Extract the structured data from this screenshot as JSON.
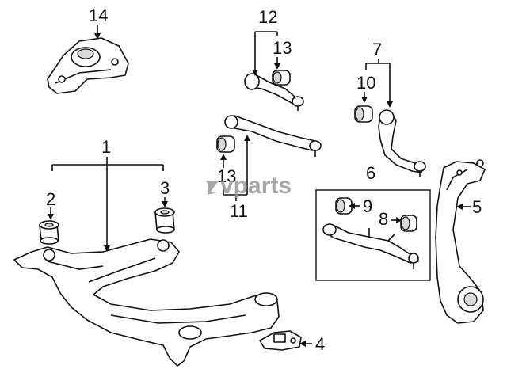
{
  "diagram": {
    "watermark": "vparts",
    "callouts": {
      "c1": "1",
      "c2": "2",
      "c3": "3",
      "c4": "4",
      "c5": "5",
      "c6": "6",
      "c7": "7",
      "c8": "8",
      "c9": "9",
      "c10": "10",
      "c11": "11",
      "c12": "12",
      "c13a": "13",
      "c13b": "13",
      "c14": "14"
    }
  }
}
